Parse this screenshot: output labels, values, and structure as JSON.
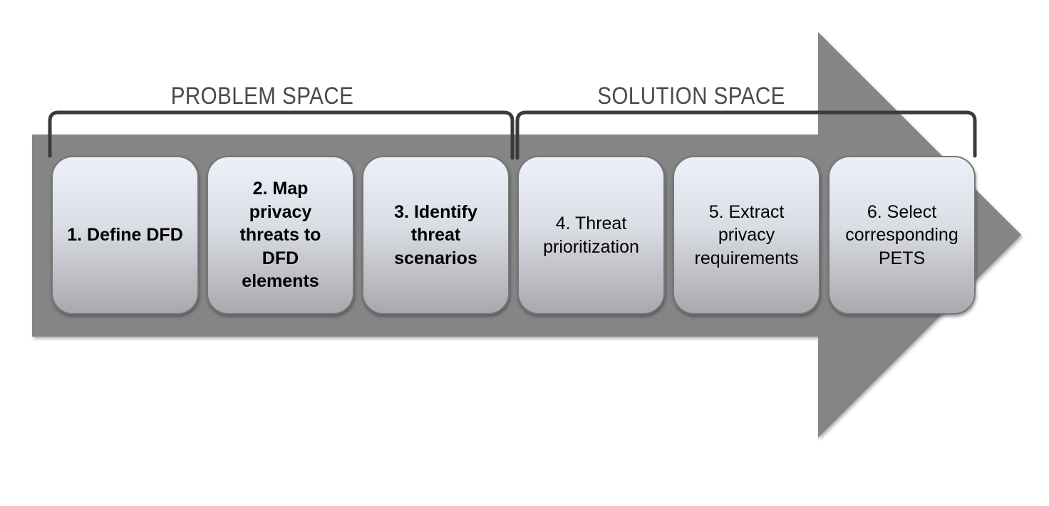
{
  "spaces": [
    {
      "label": "PROBLEM SPACE",
      "covers_steps": [
        1,
        2,
        3
      ]
    },
    {
      "label": "SOLUTION SPACE",
      "covers_steps": [
        4,
        5,
        6
      ]
    }
  ],
  "steps": [
    {
      "number": 1,
      "space": "problem",
      "label": "1. Define DFD"
    },
    {
      "number": 2,
      "space": "problem",
      "label": "2. Map\nprivacy\nthreats to\nDFD\nelements"
    },
    {
      "number": 3,
      "space": "problem",
      "label": "3. Identify\nthreat\nscenarios"
    },
    {
      "number": 4,
      "space": "solution",
      "label": "4. Threat\nprioritization"
    },
    {
      "number": 5,
      "space": "solution",
      "label": "5. Extract\nprivacy\nrequirements"
    },
    {
      "number": 6,
      "space": "solution",
      "label": "6. Select\ncorresponding\nPETS"
    }
  ],
  "colors": {
    "arrow": "#858585",
    "bracket": "#3b3b3b",
    "label_text": "#4a4a4a",
    "box_border": "#767676",
    "box_top": "#ecf0f8",
    "box_bottom": "#a8a8ae",
    "step_text": "#000000"
  }
}
